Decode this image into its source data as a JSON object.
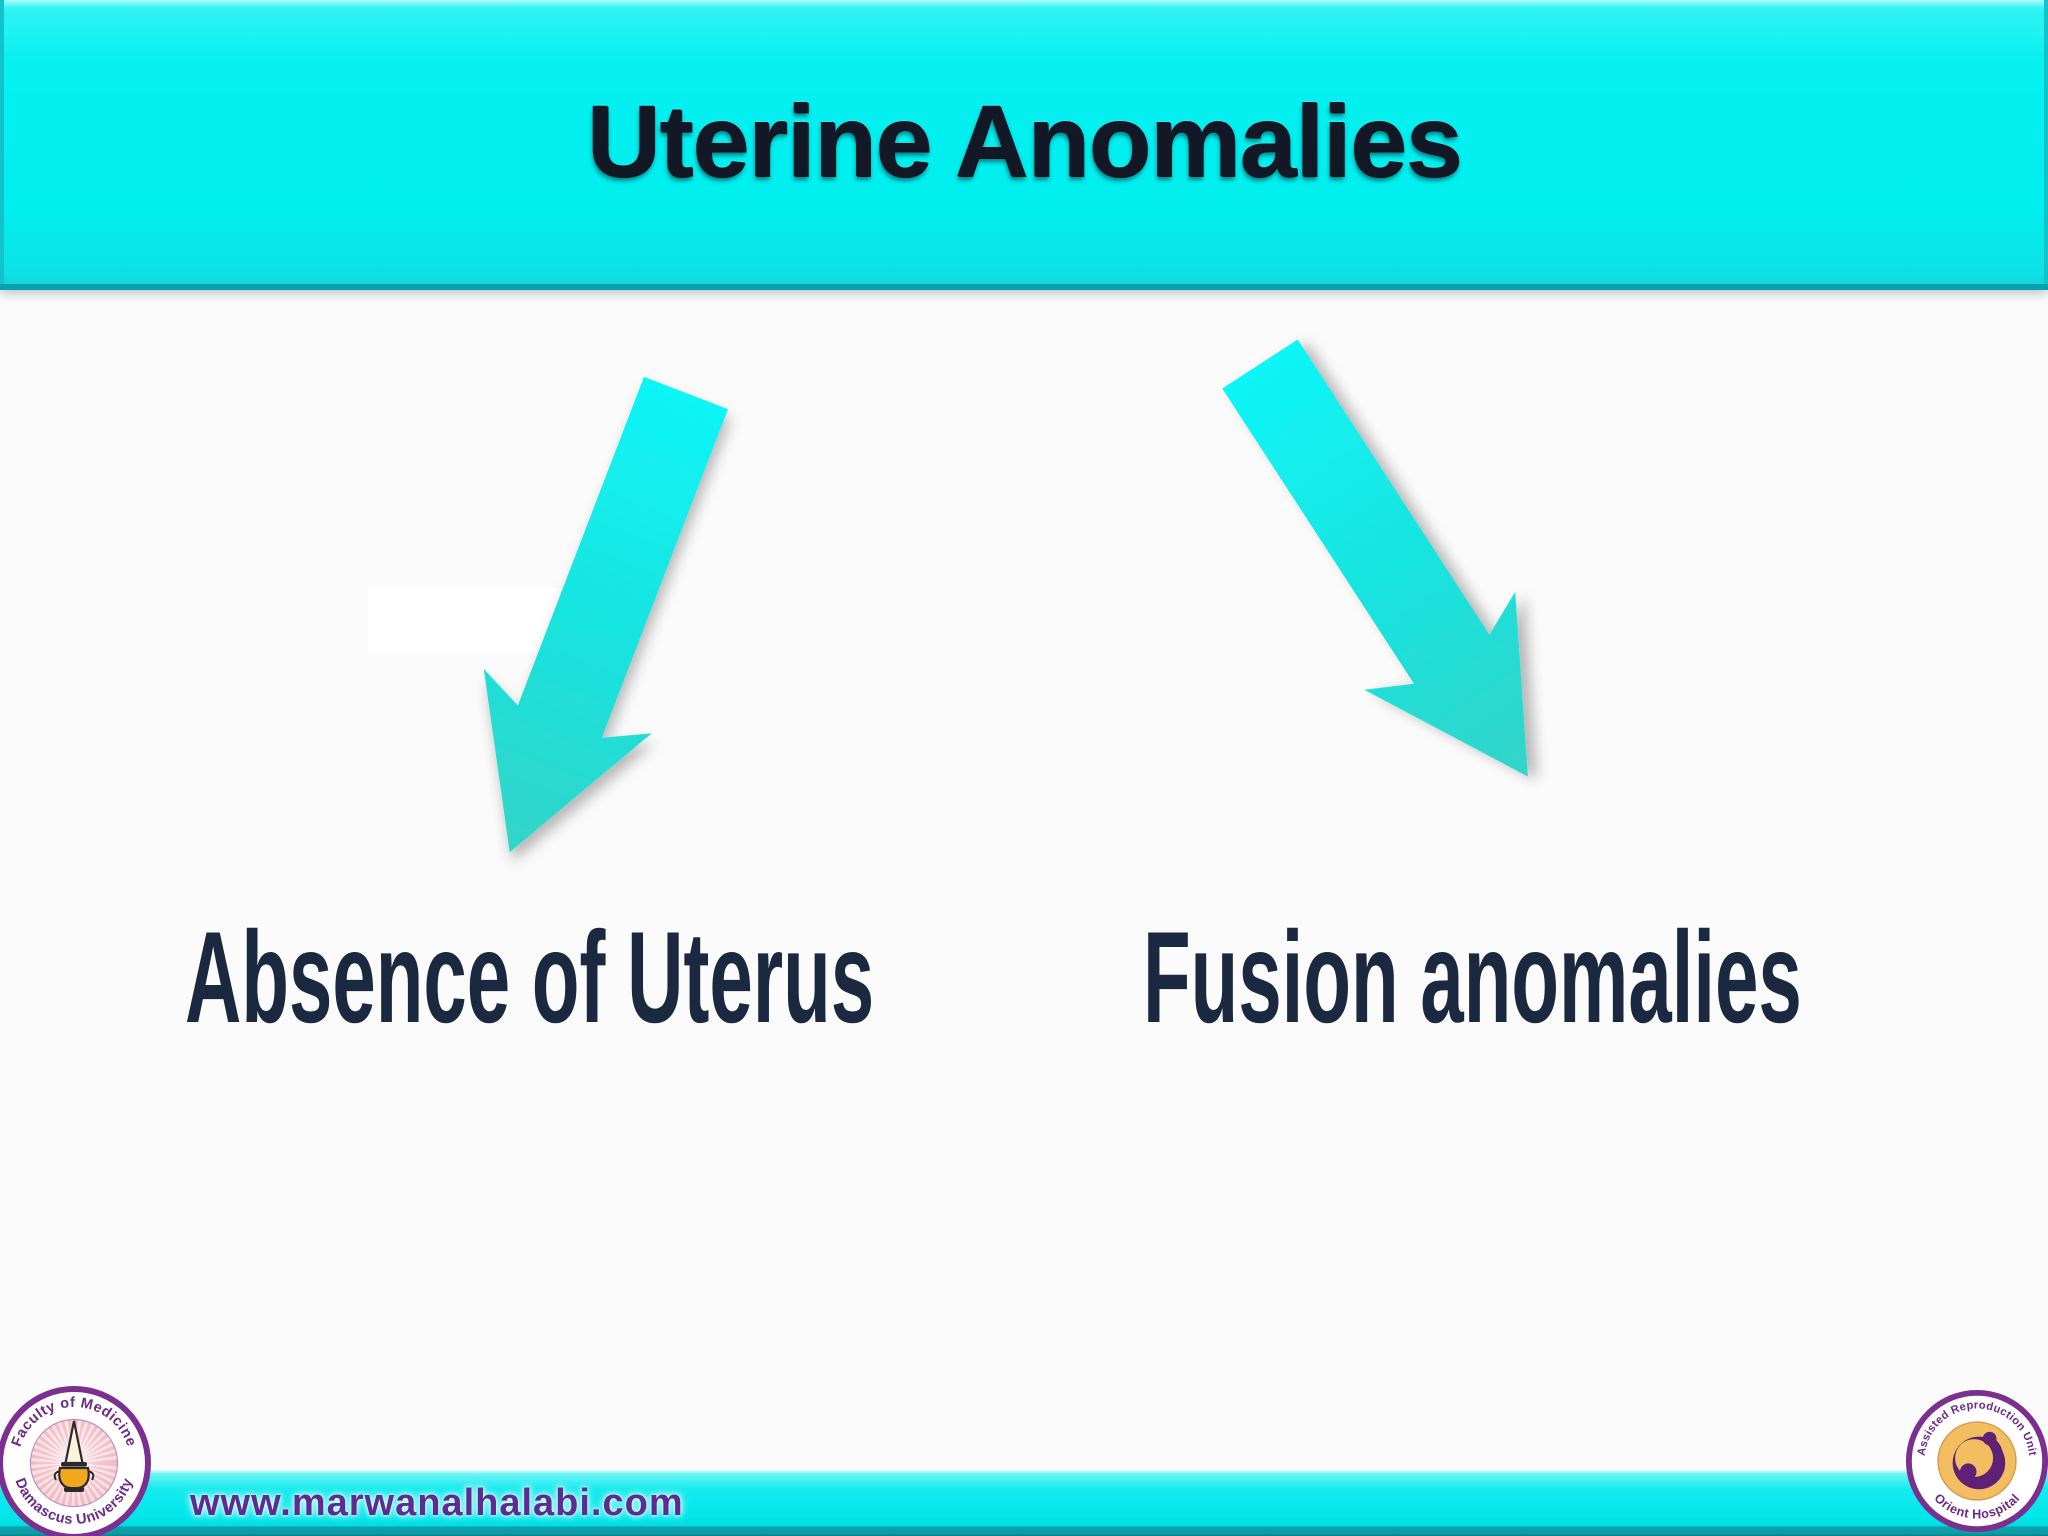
{
  "slide": {
    "title": "Uterine Anomalies",
    "branches": [
      {
        "label": "Absence of Uterus"
      },
      {
        "label": "Fusion anomalies"
      }
    ]
  },
  "footer": {
    "website": "www.marwanalhalabi.com"
  },
  "logos": {
    "left": {
      "arc_top": "Faculty of Medicine",
      "arc_bottom": "Damascus University"
    },
    "right": {
      "arc_top": "Assisted Reproduction Unit",
      "arc_bottom": "Orient Hospital"
    }
  },
  "colors": {
    "banner_cyan": "#00EFEF",
    "banner_border_teal": "#0A9FAE",
    "arrow_light_cyan": "#0FF5F7",
    "arrow_dark_cyan": "#33D4C8",
    "title_navy": "#121826",
    "label_navy": "#1B2940",
    "url_purple": "#5B2C91",
    "logo_purple": "#6A2A85",
    "logo_gold": "#F3BE62",
    "footer_cyan": "#02E6EC"
  }
}
